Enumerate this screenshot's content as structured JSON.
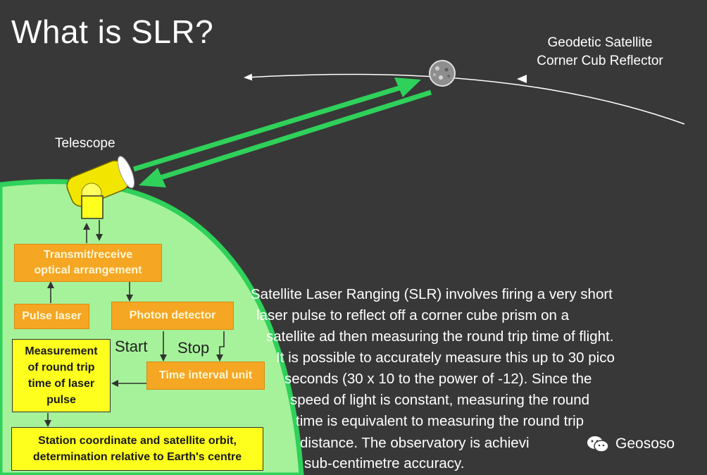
{
  "title": "What is SLR?",
  "satellite_label": [
    "Geodetic Satellite",
    "Corner Cub Reflector"
  ],
  "telescope_label": "Telescope",
  "boxes": {
    "transmit_receive": [
      "Transmit/receive",
      "optical arrangement"
    ],
    "pulse_laser": "Pulse laser",
    "photon_detector": "Photon detector",
    "time_interval_unit": "Time interval unit",
    "measurement": [
      "Measurement",
      "of round trip",
      "time of laser",
      "pulse"
    ],
    "station_coordinate": [
      "Station coordinate and satellite orbit,",
      "determination relative to Earth's centre"
    ]
  },
  "flow_labels": {
    "start": "Start",
    "stop": "Stop"
  },
  "description_lines": [
    "Satellite Laser Ranging (SLR) involves firing a very short",
    "laser pulse to reflect off a corner cube prism on a",
    "satellite ad then measuring the round trip time of flight.",
    "It is possible to accurately measure this up to 30 pico",
    "seconds (30 x 10 to the power of -12). Since the",
    "speed of light is constant, measuring the round",
    "time is equivalent to measuring the round trip",
    "distance. The observatory is achievi",
    "sub-centimetre accuracy."
  ],
  "watermark": {
    "icon": "wechat-icon",
    "text": "Geososo"
  },
  "colors": {
    "background": "#383838",
    "earth": "#a6f29a",
    "earth_edge": "#2fd15a",
    "beam": "#2fd15a",
    "box_orange": "#f5a623",
    "box_yellow": "#ffff1e",
    "telescope": "#f2e600"
  }
}
